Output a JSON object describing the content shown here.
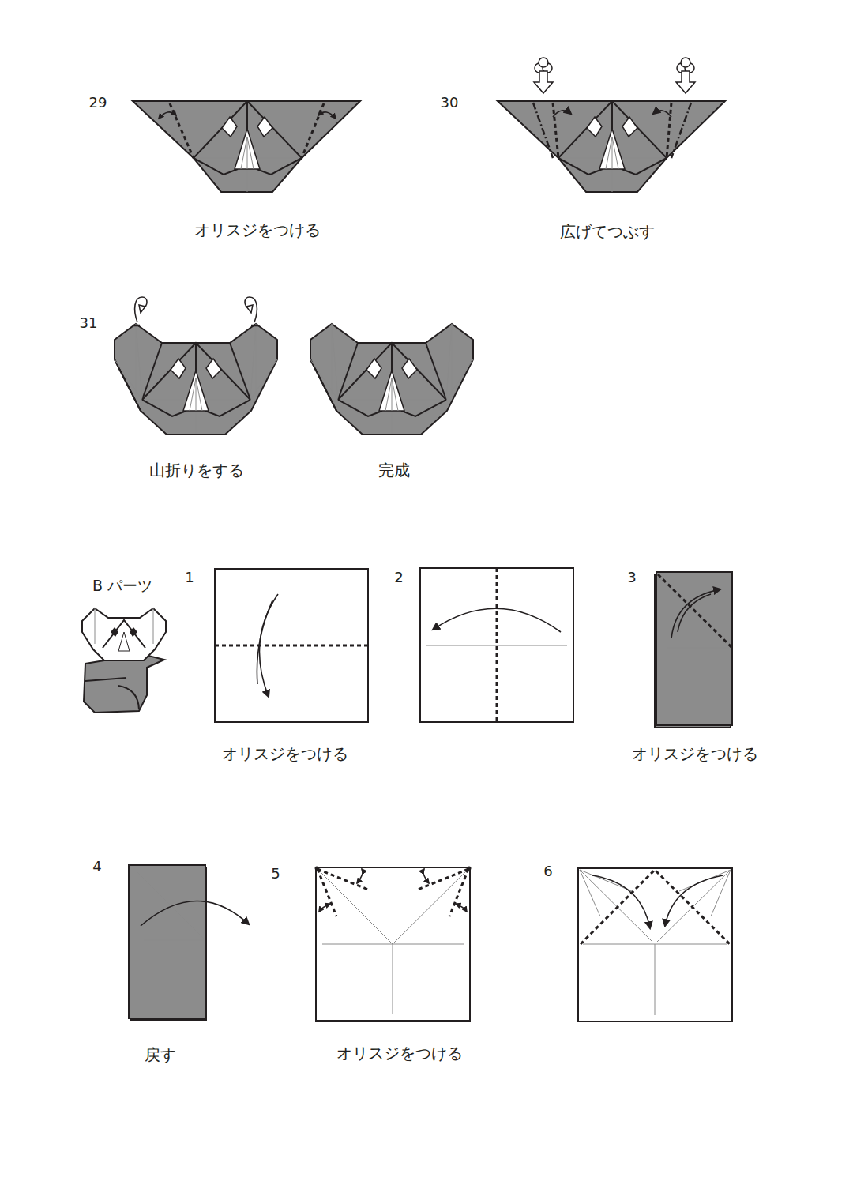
{
  "diagram": {
    "labels": [
      "29",
      "オリスジをつける",
      "30",
      "広げてつぶす",
      "31",
      "山折りをする",
      "完成",
      "B パーツ",
      "1",
      "オリスジをつける",
      "2",
      "3",
      "オリスジをつける",
      "4",
      "戻す",
      "5",
      "オリスジをつける",
      "6"
    ]
  }
}
